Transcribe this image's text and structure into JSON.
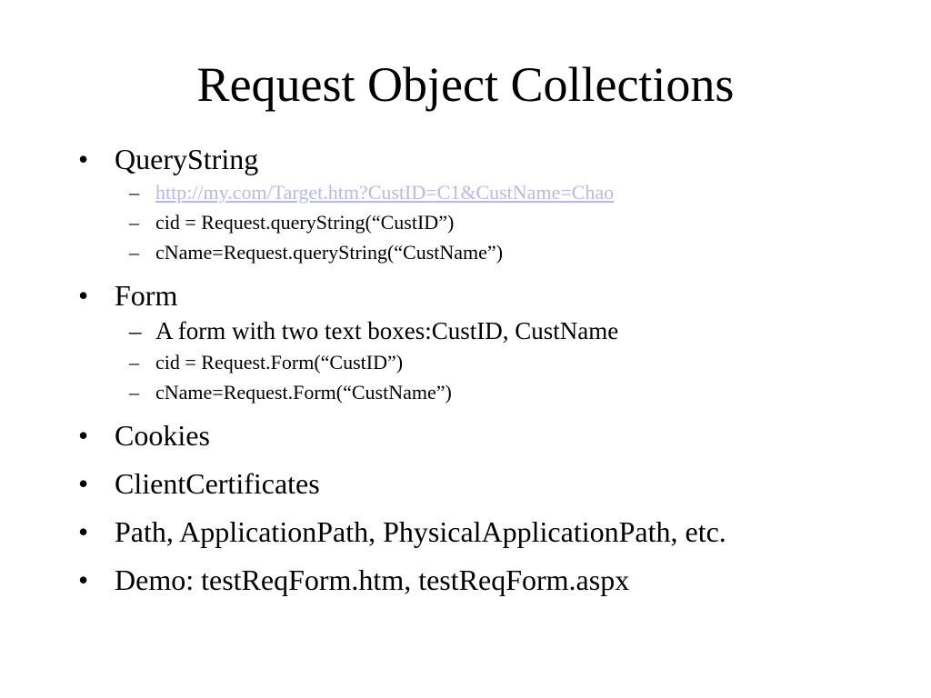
{
  "slide": {
    "title": "Request Object Collections",
    "bullet_symbol": "•",
    "dash_symbol": "–",
    "items": [
      {
        "text": "QueryString",
        "subitems": [
          {
            "text": "http://my.com/Target.htm?CustID=C1&CustName=Chao"
          },
          {
            "text": "cid = Request.queryString(“CustID”)"
          },
          {
            "text": "cName=Request.queryString(“CustName”)"
          }
        ]
      },
      {
        "text": "Form",
        "subitems": [
          {
            "text": "A form with two text boxes:CustID, CustName"
          },
          {
            "text": "cid = Request.Form(“CustID”)"
          },
          {
            "text": "cName=Request.Form(“CustName”)"
          }
        ]
      },
      {
        "text": "Cookies"
      },
      {
        "text": "ClientCertificates"
      },
      {
        "text": "Path, ApplicationPath, PhysicalApplicationPath, etc."
      },
      {
        "text": "Demo: testReqForm.htm, testReqForm.aspx"
      }
    ]
  },
  "colors": {
    "background": "#ffffff",
    "text": "#000000",
    "link": "#b8b8f0"
  }
}
